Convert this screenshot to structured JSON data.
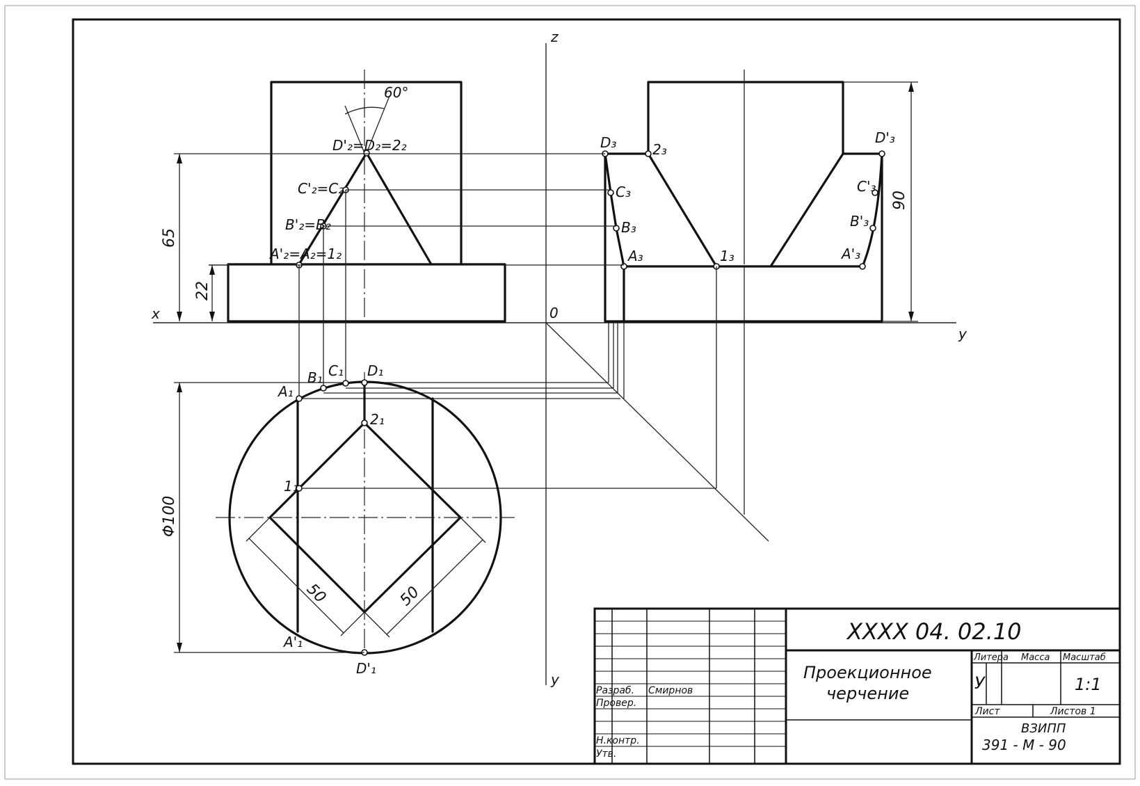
{
  "axes": {
    "z": "z",
    "x": "x",
    "origin": "0",
    "y_right": "y",
    "y_down": "y"
  },
  "angle_label": "60°",
  "dimensions": {
    "d65": "65",
    "d22": "22",
    "d90": "90",
    "phi": "Φ100",
    "s50a": "50",
    "s50b": "50"
  },
  "points": {
    "front": {
      "d2": "D'₂=D₂=2₂",
      "c2": "C'₂=C₂",
      "b2": "B'₂=B₂",
      "a2": "A'₂=A₂=1₂"
    },
    "side": {
      "d3": "D₃",
      "two3": "2₃",
      "c3": "C₃",
      "b3": "B₃",
      "a3": "A₃",
      "one3": "1₃",
      "d3p": "D'₃",
      "c3p": "C'₃",
      "b3p": "B'₃",
      "a3p": "A'₃"
    },
    "top": {
      "a1": "A₁",
      "b1": "B₁",
      "c1": "C₁",
      "d1": "D₁",
      "two1": "2₁",
      "one1": "1₁",
      "a1p": "A'₁",
      "d1p": "D'₁"
    }
  },
  "title_block": {
    "code": "XXXX 04. 02.10",
    "title_line1": "Проекционное",
    "title_line2": "черчение",
    "litera_label": "Литера",
    "massa_label": "Масса",
    "masshtab_label": "Масштаб",
    "litera_value": "У",
    "scale_value": "1:1",
    "list_label": "Лист",
    "listov_label": "Листов 1",
    "org_line1": "ВЗИПП",
    "org_line2": "391 - М - 90",
    "razrab_label": "Разраб.",
    "razrab_name": "Смирнов",
    "prover_label": "Провер.",
    "nkontr_label": "Н.контр.",
    "utv_label": "Утв."
  }
}
